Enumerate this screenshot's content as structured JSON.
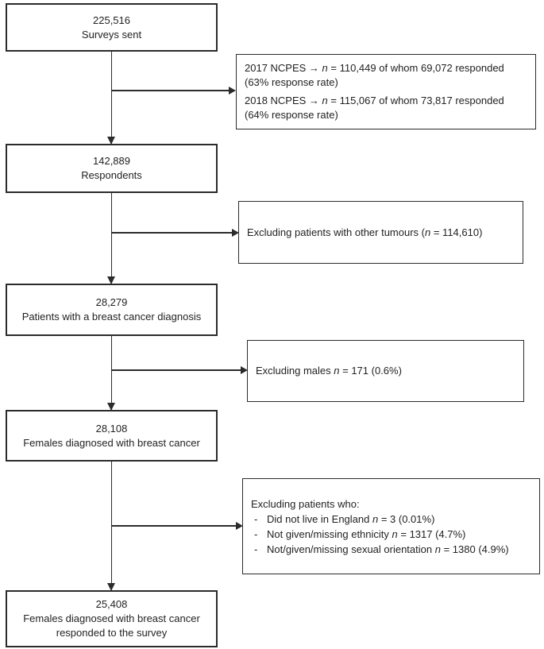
{
  "colors": {
    "ink": "#2b2b2b",
    "background": "#ffffff"
  },
  "flow": {
    "main_boxes": [
      {
        "lines": [
          "225,516",
          "Surveys sent"
        ]
      },
      {
        "lines": [
          "142,889",
          "Respondents"
        ]
      },
      {
        "lines": [
          "28,279",
          "Patients with a breast cancer diagnosis"
        ]
      },
      {
        "lines": [
          "28,108",
          "Females diagnosed with breast cancer"
        ]
      },
      {
        "lines": [
          "25,408",
          "Females diagnosed with breast cancer",
          "responded to the survey"
        ]
      }
    ],
    "side_boxes": [
      {
        "lines": [
          [
            {
              "t": "2017 NCPES → "
            },
            {
              "t": "n",
              "i": true
            },
            {
              "t": " = 110,449 of whom 69,072 responded"
            }
          ],
          [
            {
              "t": "(63% response rate)"
            }
          ],
          [
            {
              "t": "2018 NCPES → "
            },
            {
              "t": "n",
              "i": true
            },
            {
              "t": " = 115,067 of whom 73,817 responded"
            }
          ],
          [
            {
              "t": "(64% response rate)"
            }
          ]
        ]
      },
      {
        "lines": [
          [
            {
              "t": "Excluding patients with other tumours ("
            },
            {
              "t": "n",
              "i": true
            },
            {
              "t": " = 114,610)"
            }
          ]
        ]
      },
      {
        "lines": [
          [
            {
              "t": "Excluding males "
            },
            {
              "t": "n",
              "i": true
            },
            {
              "t": " = 171 (0.6%)"
            }
          ]
        ]
      },
      {
        "header": [
          {
            "t": "Excluding patients who:"
          }
        ],
        "bullet_marker": "-",
        "bullets": [
          [
            {
              "t": "Did not live in England "
            },
            {
              "t": "n",
              "i": true
            },
            {
              "t": " = 3 (0.01%)"
            }
          ],
          [
            {
              "t": "Not given/missing ethnicity "
            },
            {
              "t": "n",
              "i": true
            },
            {
              "t": " = 1317 (4.7%)"
            }
          ],
          [
            {
              "t": "Not/given/missing sexual orientation "
            },
            {
              "t": "n",
              "i": true
            },
            {
              "t": " = 1380 (4.9%)"
            }
          ]
        ]
      }
    ]
  }
}
